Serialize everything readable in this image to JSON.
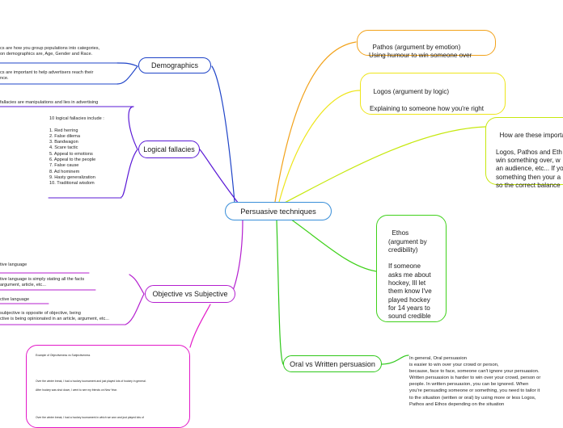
{
  "colors": {
    "center": "#3a8fd9",
    "demographics": "#1f44c8",
    "logical": "#5a19d6",
    "objective": "#b41fcf",
    "pink": "#e318c8",
    "oral": "#2fc81a",
    "ethos": "#3fd11a",
    "yellowgreen": "#c6e80d",
    "yellow": "#eee51a",
    "orange": "#f2a21a"
  },
  "center": {
    "label": "Persuasive techniques"
  },
  "branches": {
    "demographics": {
      "label": "Demographics",
      "note1": "cs are how you group populations into categories,\non demographics are, Age, Gender and Race.",
      "note2": "cs are important to help advertisers reach their\nnce."
    },
    "logical": {
      "label": "Logical fallacies",
      "note_top": "fallacies are manipulations and lies in advertising",
      "list": "10 logical fallacies include :\n\n1. Red herring\n2. False dilema\n3. Bandwagon\n4. Scare tactic\n5. Appeal to emotions\n6. Appeal to the people\n7. False cause\n8. Ad hominem\n9. Hasty generalization\n10. Traditional wisdom"
    },
    "objective": {
      "label": "Objective vs Subjective",
      "note1": "tive language",
      "note2": "tive language is simply stating all the facts\nargument, article, etc...",
      "note3": "ctive language",
      "note4": "subjective is opposite of objective, being\nctive is being opinionated in an article, argument, etc..."
    },
    "example": {
      "title": "Example of Objectiveness vs Subjectiveness",
      "line1": "Over the winter break, I had a hockey tournament and just played lots of hockey in general.",
      "line2": "After hockey was shut down, I went to see my friends on New Year.",
      "line3": "Over the winter break, I had a hockey tournament in which we won and just played lots of"
    },
    "oral": {
      "label": "Oral vs Written persuasion",
      "note": "In general, Oral persuasion\nis easier to win over your crowd or person,\nbecause, face to face, someone can't ignore your persuasion.\nWritten persuasion is harder to win over your crowd, person or\npeople. In written persuasion, you can be ignored. When\nyou're persuading someone or something, you need to tailor it\nto the situation (written or oral) by using more or less Logos,\nPathos and Ethos depending on the situation"
    },
    "ethos": {
      "label": "Ethos\n(argument by\ncredibility)\n\nIf someone\nasks me about\nhockey, Ill let\nthem know I've\nplayed hockey\nfor 14 years to\nsound credible"
    },
    "important": {
      "label": "How are these importa\n\nLogos, Pathos and Eth\nwin something over, w\nan audience, etc... If yo\nsomething then your a\nso the correct balance"
    },
    "logos": {
      "label": "Logos (argument by logic)\n\nExplaining to someone how you're right"
    },
    "pathos": {
      "label": "Pathos (argument by emotion)\nUsing humour to win someone over"
    }
  }
}
